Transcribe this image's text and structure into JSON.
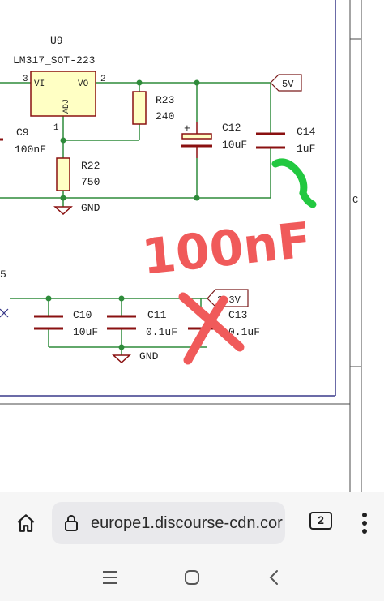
{
  "schematic": {
    "u9": {
      "ref": "U9",
      "value": "LM317_SOT-223",
      "pin_vi": "VI",
      "pin_vo": "VO",
      "pin_adj": "ADJ",
      "pin3": "3",
      "pin2": "2",
      "pin1": "1"
    },
    "r23": {
      "ref": "R23",
      "value": "240"
    },
    "r22": {
      "ref": "R22",
      "value": "750"
    },
    "c9": {
      "ref": "C9",
      "value": "100nF"
    },
    "c12": {
      "ref": "C12",
      "value": "10uF",
      "polarity": "+"
    },
    "c14": {
      "ref": "C14",
      "value": "1uF"
    },
    "c10": {
      "ref": "C10",
      "value": "10uF"
    },
    "c11": {
      "ref": "C11",
      "value": "0.1uF"
    },
    "c13": {
      "ref": "C13",
      "value": "0.1uF"
    },
    "net_5v": "5V",
    "net_33v": "3.3V",
    "gnd_top": "GND",
    "gnd_bottom": "GND",
    "partial_ref": "5",
    "frame_letter": "C",
    "annotation": "100nF",
    "colors": {
      "wire": "#2e8b3a",
      "junction": "#2e8b3a",
      "component_fill": "#ffffc4",
      "component_stroke": "#8a1010",
      "annotation_red": "#f05a5a",
      "annotation_green": "#22c840",
      "frame": "#3a3a8a"
    }
  },
  "browser": {
    "home_icon": "home-icon",
    "lock_icon": "lock-icon",
    "url": "europe1.discourse-cdn.cor",
    "tab_count": "2",
    "menu_icon": "more-vert-icon"
  },
  "navbar": {
    "recents_icon": "recents-icon",
    "home_icon": "home-circle-icon",
    "back_icon": "back-icon"
  }
}
